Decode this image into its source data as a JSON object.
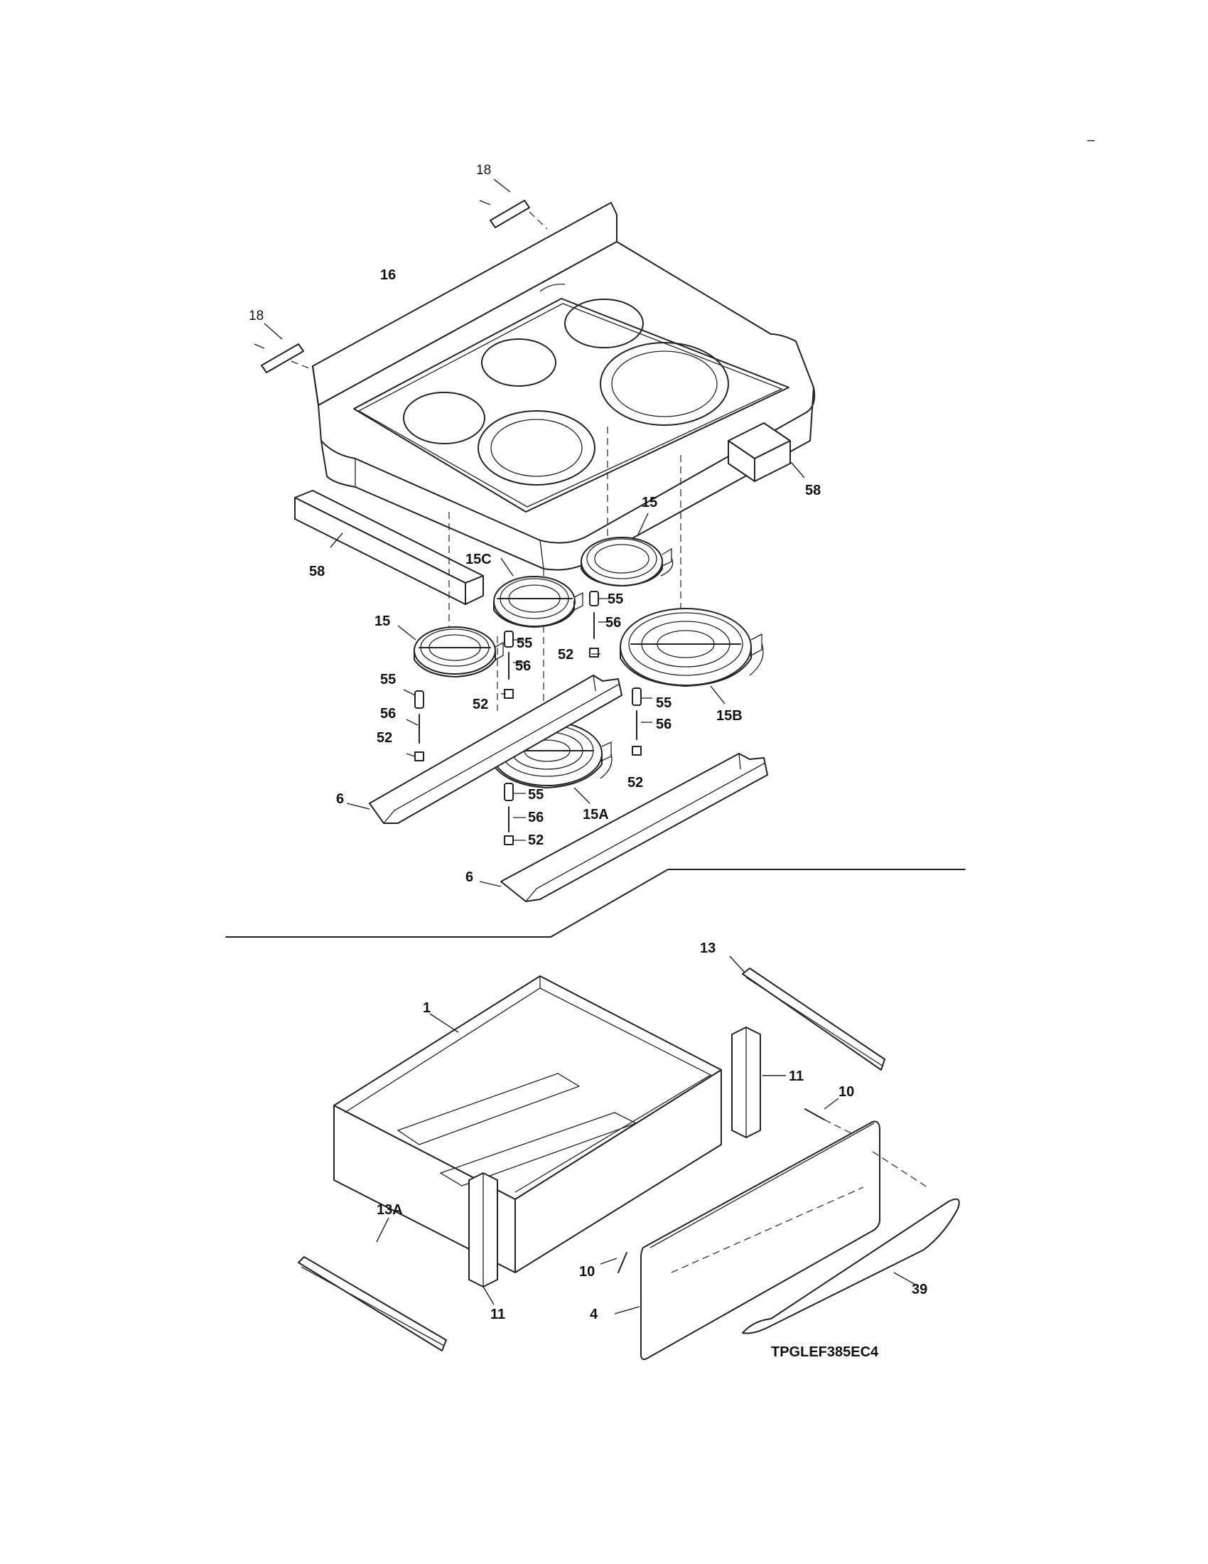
{
  "diagram_code": "TPGLEF385EC4",
  "corner_mark": "–",
  "labels": {
    "l18a": "18",
    "l18b": "18",
    "l16": "16",
    "l58a": "58",
    "l58b": "58",
    "l15a": "15",
    "l15b": "15",
    "l15c": "15C",
    "l15A": "15A",
    "l15B": "15B",
    "l55a": "55",
    "l55b": "55",
    "l55c": "55",
    "l55d": "55",
    "l55e": "55",
    "l56a": "56",
    "l56b": "56",
    "l56c": "56",
    "l56d": "56",
    "l56e": "56",
    "l52a": "52",
    "l52b": "52",
    "l52c": "52",
    "l52d": "52",
    "l52e": "52",
    "l6a": "6",
    "l6b": "6",
    "l1": "1",
    "l13": "13",
    "l13A": "13A",
    "l11a": "11",
    "l11b": "11",
    "l10a": "10",
    "l10b": "10",
    "l4": "4",
    "l39": "39"
  }
}
